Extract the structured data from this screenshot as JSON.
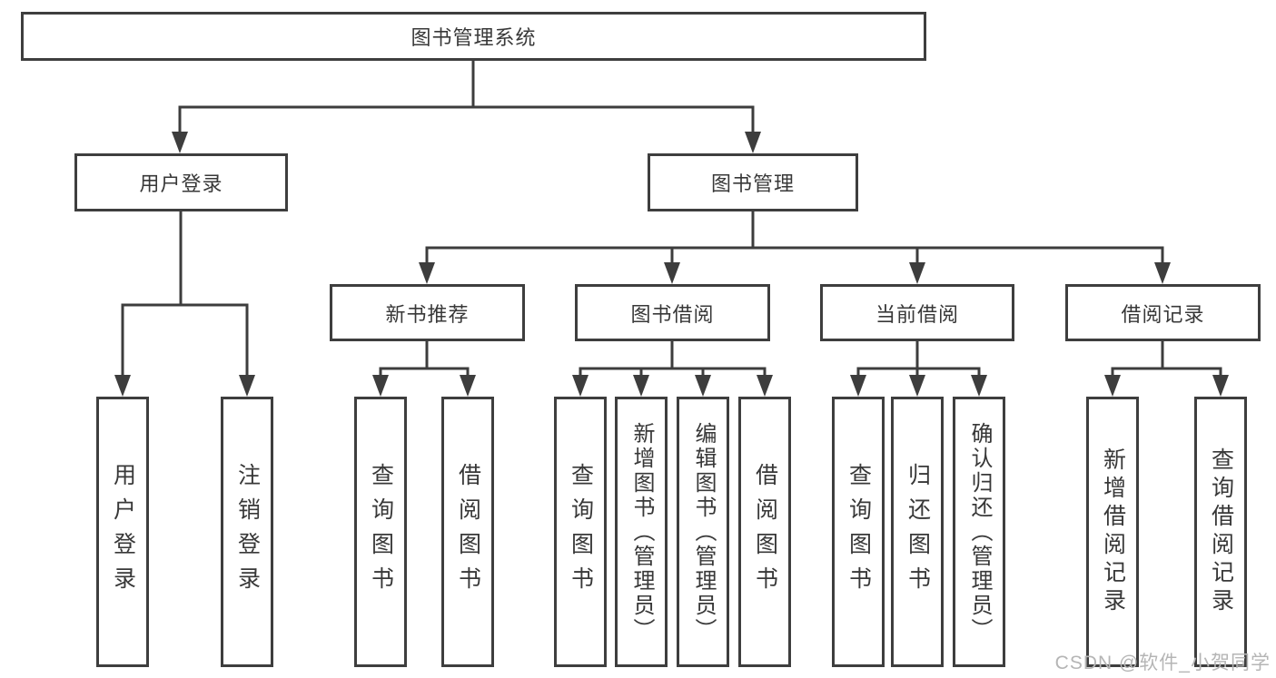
{
  "diagram": {
    "root": "图书管理系统",
    "user_login": {
      "label": "用户登录",
      "children": [
        "用户登录",
        "注销登录"
      ]
    },
    "book_management": {
      "label": "图书管理",
      "groups": [
        {
          "label": "新书推荐",
          "children": [
            "查询图书",
            "借阅图书"
          ]
        },
        {
          "label": "图书借阅",
          "children": [
            "查询图书",
            "新增图书（管理员）",
            "编辑图书（管理员）",
            "借阅图书"
          ]
        },
        {
          "label": "当前借阅",
          "children": [
            "查询图书",
            "归还图书",
            "确认归还（管理员）"
          ]
        },
        {
          "label": "借阅记录",
          "children": [
            "新增借阅记录",
            "查询借阅记录"
          ]
        }
      ]
    },
    "watermark": "CSDN @软件_小贺同学",
    "colors": {
      "line": "#3d3d3d",
      "text": "#383838",
      "watermark": "#b5b5b5"
    }
  }
}
